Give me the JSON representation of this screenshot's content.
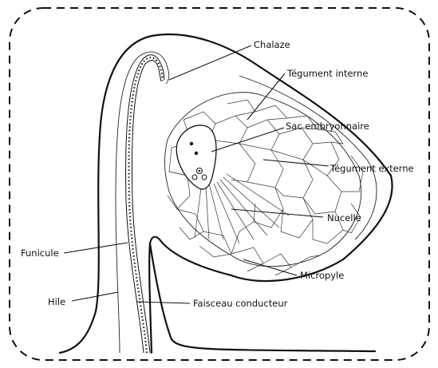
{
  "labels": {
    "chalaze": "Chalaze",
    "tegument_interne": "Tégument interne",
    "sac_embryonnaire": "Sac embryonnaire",
    "tegument_externe": "Tégument externe",
    "nucelle": "Nucelle",
    "micropyle": "Micropyle",
    "funicule": "Funicule",
    "hile": "Hile",
    "faisceau_conducteur": "Faisceau conducteur"
  },
  "colors": {
    "stroke": "#111111",
    "background": "#ffffff"
  }
}
